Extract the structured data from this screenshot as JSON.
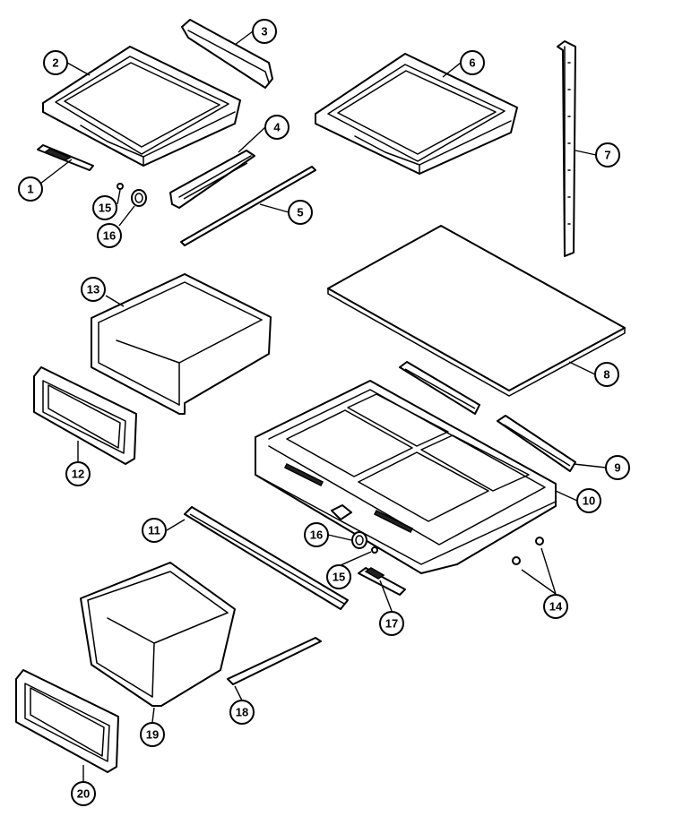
{
  "callouts": [
    {
      "id": "c1",
      "label": "1"
    },
    {
      "id": "c2",
      "label": "2"
    },
    {
      "id": "c3",
      "label": "3"
    },
    {
      "id": "c4",
      "label": "4"
    },
    {
      "id": "c5",
      "label": "5"
    },
    {
      "id": "c6",
      "label": "6"
    },
    {
      "id": "c7",
      "label": "7"
    },
    {
      "id": "c8",
      "label": "8"
    },
    {
      "id": "c9",
      "label": "9"
    },
    {
      "id": "c10",
      "label": "10"
    },
    {
      "id": "c11",
      "label": "11"
    },
    {
      "id": "c12",
      "label": "12"
    },
    {
      "id": "c13",
      "label": "13"
    },
    {
      "id": "c14",
      "label": "14"
    },
    {
      "id": "c15a",
      "label": "15"
    },
    {
      "id": "c15b",
      "label": "15"
    },
    {
      "id": "c16a",
      "label": "16"
    },
    {
      "id": "c16b",
      "label": "16"
    },
    {
      "id": "c17",
      "label": "17"
    },
    {
      "id": "c18",
      "label": "18"
    },
    {
      "id": "c19",
      "label": "19"
    },
    {
      "id": "c20",
      "label": "20"
    }
  ]
}
